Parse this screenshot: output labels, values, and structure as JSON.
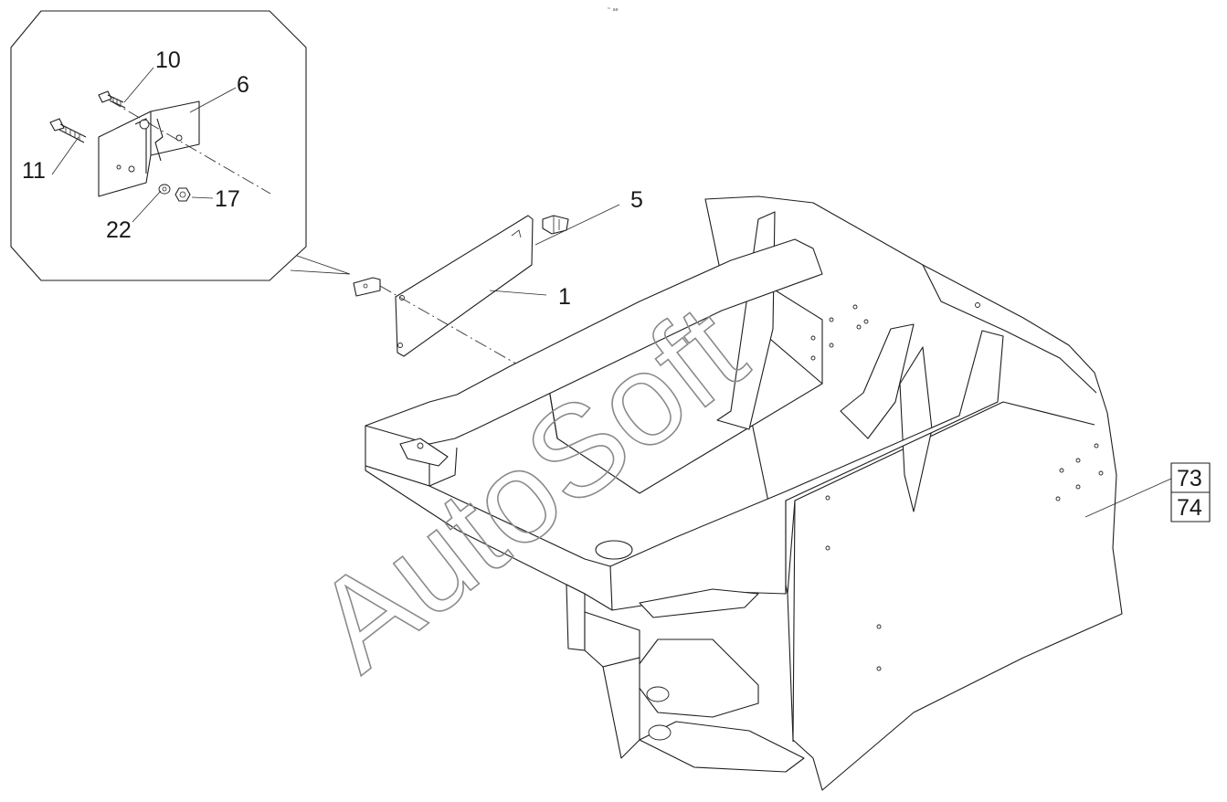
{
  "header_mark": "™ ae ",
  "callouts": {
    "c1": "1",
    "c5": "5",
    "c6": "6",
    "c10": "10",
    "c11": "11",
    "c17": "17",
    "c22": "22",
    "c73": "73",
    "c74": "74"
  },
  "watermark": "AutoSoft"
}
